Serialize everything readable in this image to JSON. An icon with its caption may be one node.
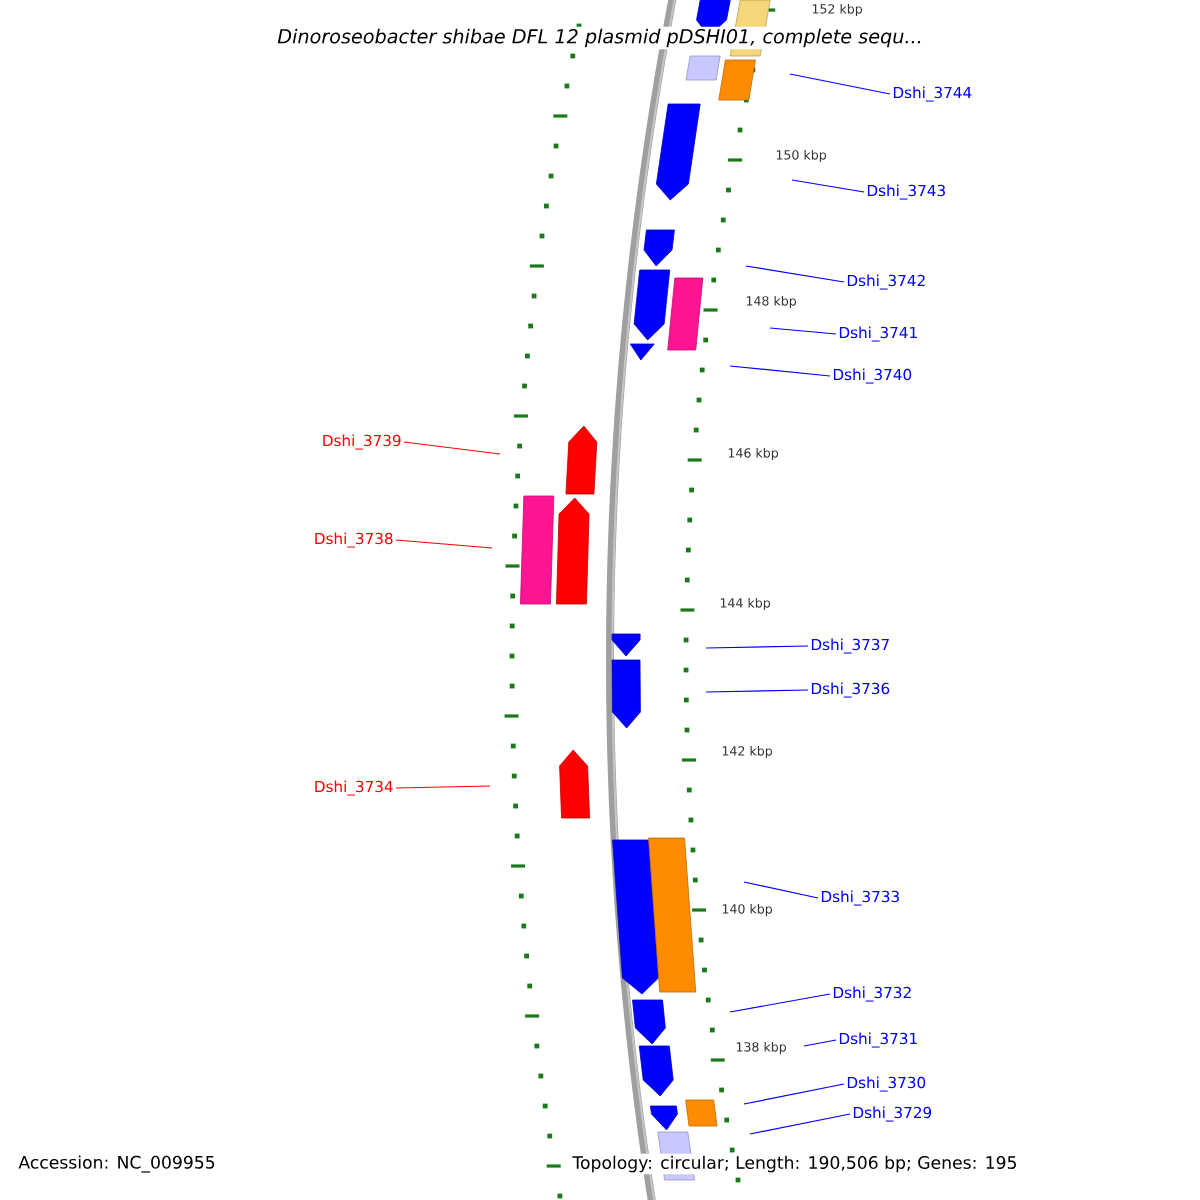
{
  "diagram": {
    "title": "Dinoroseobacter shibae DFL 12 plasmid pDSHI01, complete sequ...",
    "nodes": [
      {
        "text": [
          "Dshi_3744"
        ]
      },
      {
        "text": [
          "Dshi_3743"
        ]
      },
      {
        "text": [
          "Dshi_3742"
        ]
      },
      {
        "text": [
          "Dshi_3741"
        ]
      },
      {
        "text": [
          "Dshi_3740"
        ]
      },
      {
        "text": [
          "Dshi_3739"
        ]
      },
      {
        "text": [
          "Dshi_3738"
        ]
      },
      {
        "text": [
          "Dshi_3737"
        ]
      },
      {
        "text": [
          "Dshi_3736"
        ]
      },
      {
        "text": [
          "Dshi_3734"
        ]
      },
      {
        "text": [
          "Dshi_3733"
        ]
      },
      {
        "text": [
          "Dshi_3732"
        ]
      },
      {
        "text": [
          "Dshi_3731"
        ]
      },
      {
        "text": [
          "Dshi_3730"
        ]
      },
      {
        "text": [
          "Dshi_3729"
        ]
      }
    ],
    "edges": [
      {
        "from": 0,
        "to": null,
        "arrow": "none"
      },
      {
        "from": 1,
        "to": null,
        "arrow": "none"
      },
      {
        "from": 2,
        "to": null,
        "arrow": "none"
      },
      {
        "from": 3,
        "to": null,
        "arrow": "none"
      },
      {
        "from": 4,
        "to": null,
        "arrow": "none"
      },
      {
        "from": 5,
        "to": null,
        "arrow": "none",
        "color": "#ff0000"
      },
      {
        "from": 6,
        "to": null,
        "arrow": "none",
        "color": "#ff0000"
      },
      {
        "from": 7,
        "to": null,
        "arrow": "none"
      },
      {
        "from": 8,
        "to": null,
        "arrow": "none"
      },
      {
        "from": 9,
        "to": null,
        "arrow": "none",
        "color": "#ff0000"
      },
      {
        "from": 10,
        "to": null,
        "arrow": "none"
      },
      {
        "from": 11,
        "to": null,
        "arrow": "none"
      },
      {
        "from": 12,
        "to": null,
        "arrow": "none"
      },
      {
        "from": 13,
        "to": null,
        "arrow": "none"
      },
      {
        "from": 14,
        "to": null,
        "arrow": "none"
      }
    ],
    "labels": [
      "152 kbp",
      "150 kbp",
      "148 kbp",
      "146 kbp",
      "144 kbp",
      "142 kbp",
      "140 kbp",
      "138 kbp",
      "Accession: NC_009955",
      "Topology: circular; Length: 190,506 bp; Genes: 195"
    ]
  }
}
